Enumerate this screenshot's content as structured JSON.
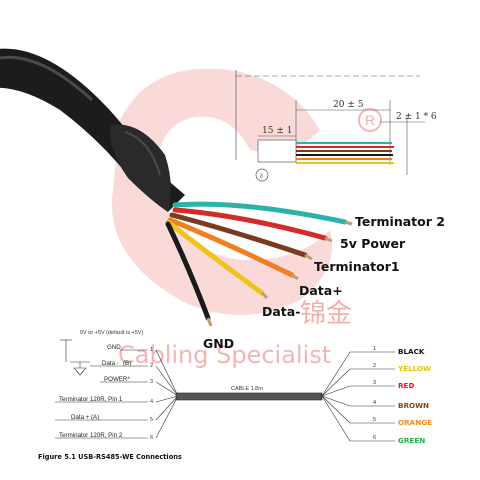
{
  "photo_labels": {
    "terminator2": "Terminator 2",
    "power": "5v Power",
    "terminator1": "Terminator1",
    "data_plus": "Data+",
    "data_minus": "Data-",
    "gnd": "GND"
  },
  "dimensions": {
    "strip_length": "15 ± 1",
    "wire_length": "20 ± 5",
    "tip_length": "2 ± 1 * 6",
    "callout": "3"
  },
  "watermark": {
    "brand": "Cabling Specialist",
    "chinese": "锦金",
    "registered": "R"
  },
  "schematic": {
    "supply_note": "0V or +5V (default is +5V)",
    "cable_label": "CABLE 1.8m",
    "left_pins": [
      {
        "label": "GND",
        "marker": "",
        "num": "1"
      },
      {
        "label": "Data -",
        "marker": "(B)",
        "num": "2"
      },
      {
        "label": "POWER*",
        "marker": "",
        "num": "3"
      },
      {
        "label": "Terminator 120R, Pin 1",
        "marker": "",
        "num": "4"
      },
      {
        "label": "Data +",
        "marker": "(A)",
        "num": "5"
      },
      {
        "label": "Terminator 120R, Pin 2",
        "marker": "",
        "num": "6"
      }
    ],
    "right_wires": [
      {
        "num": "1",
        "color_name": "BLACK",
        "color": "#111111"
      },
      {
        "num": "2",
        "color_name": "YELLOW",
        "color": "#e8c400"
      },
      {
        "num": "3",
        "color_name": "RED",
        "color": "#e01b1b"
      },
      {
        "num": "4",
        "color_name": "BROWN",
        "color": "#8b4513"
      },
      {
        "num": "5",
        "color_name": "ORANGE",
        "color": "#f28c1a"
      },
      {
        "num": "6",
        "color_name": "GREEN",
        "color": "#22b14c"
      }
    ]
  },
  "caption": "Figure 5.1 USB-RS485-WE Connections",
  "colors": {
    "cable_jacket": "#1c1c1c",
    "wire_teal": "#2bb3a8",
    "wire_red": "#d42a2a",
    "wire_brown": "#7a3a1c",
    "wire_orange": "#f07e22",
    "wire_yellow": "#f2c21c",
    "wire_black": "#1a1a1a",
    "watermark": "#e97a74"
  }
}
